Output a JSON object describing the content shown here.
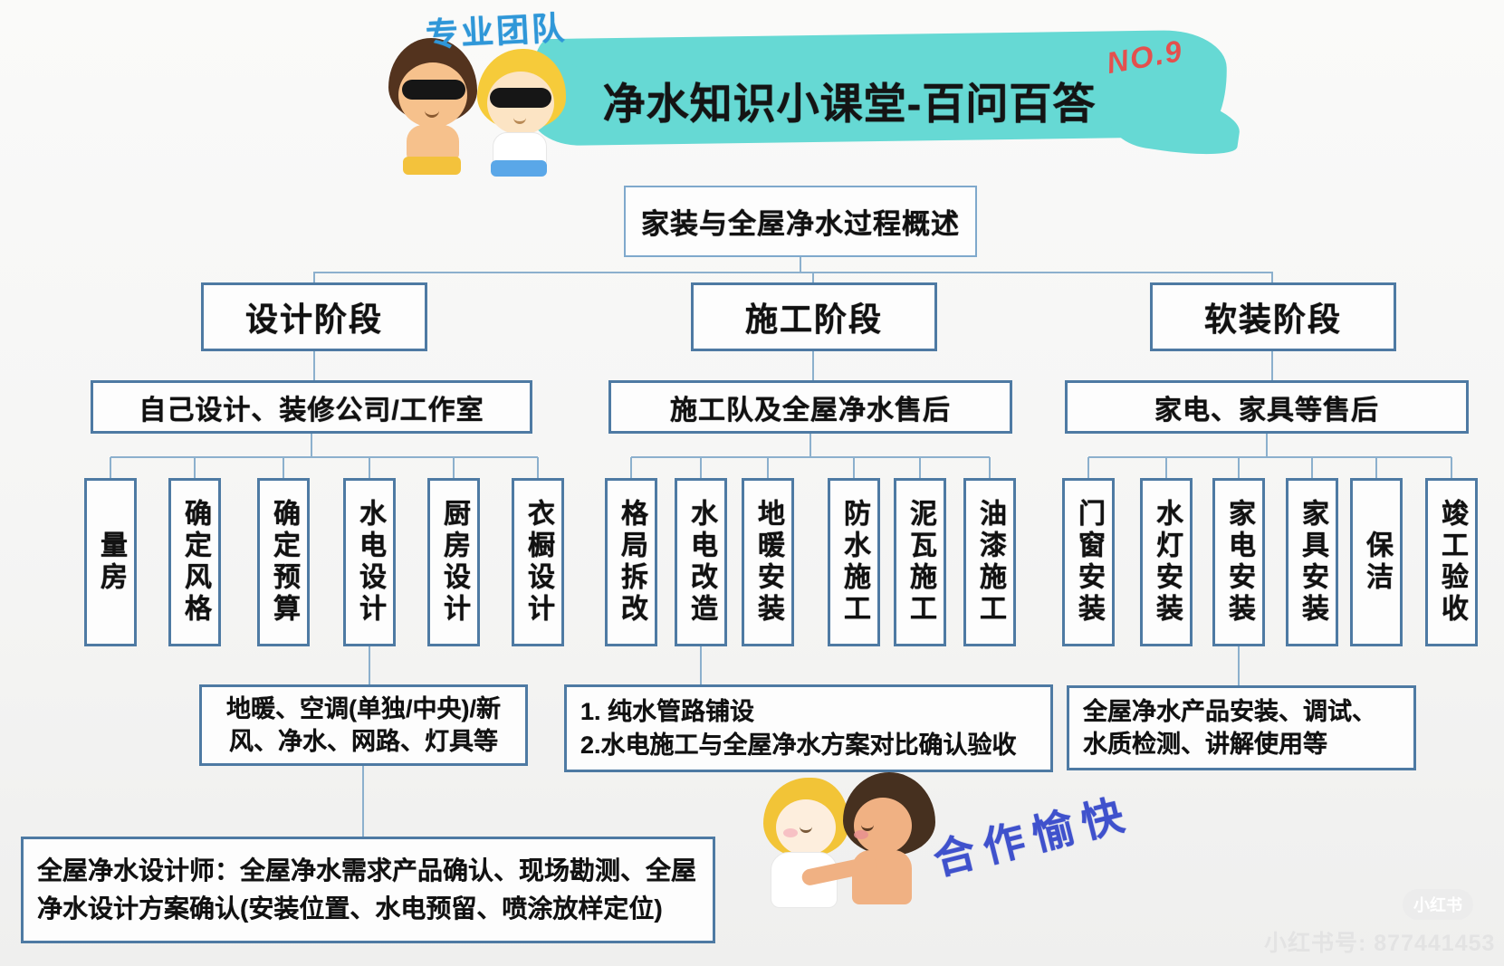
{
  "header": {
    "team_label": "专业团队",
    "title": "净水知识小课堂-百问百答",
    "issue_number": "NO.9"
  },
  "root": {
    "label": "家装与全屋净水过程概述"
  },
  "columns": [
    {
      "stage": "设计阶段",
      "owner": "自己设计、装修公司/工作室",
      "steps": [
        "量房",
        "确定风格",
        "确定预算",
        "水电设计",
        "厨房设计",
        "衣橱设计"
      ],
      "note": "地暖、空调(单独/中央)/新风、净水、网路、灯具等"
    },
    {
      "stage": "施工阶段",
      "owner": "施工队及全屋净水售后",
      "steps": [
        "格局拆改",
        "水电改造",
        "地暖安装",
        "防水施工",
        "泥瓦施工",
        "油漆施工"
      ],
      "note_lines": [
        "1. 纯水管路铺设",
        "2.水电施工与全屋净水方案对比确认验收"
      ]
    },
    {
      "stage": "软装阶段",
      "owner": "家电、家具等售后",
      "steps": [
        "门窗安装",
        "水灯安装",
        "家电安装",
        "家具安装",
        "保洁",
        "竣工验收"
      ],
      "note": "全屋净水产品安装、调试、水质检测、讲解使用等"
    }
  ],
  "designer_note": "全屋净水设计师：全屋净水需求产品确认、现场勘测、全屋净水设计方案确认(安装位置、水电预留、喷涂放样定位)",
  "footer": {
    "handwriting": "合作愉快",
    "badge": "小红书",
    "watermark": "小红书号: 877441453"
  },
  "colors": {
    "highlight_teal": "#66d9d4",
    "box_border": "#4e7aa3",
    "connector": "#8cb0cd",
    "team_label_blue": "#2f97d8",
    "issue_red": "#e4504e",
    "handwriting_blue": "#3f51cc"
  }
}
